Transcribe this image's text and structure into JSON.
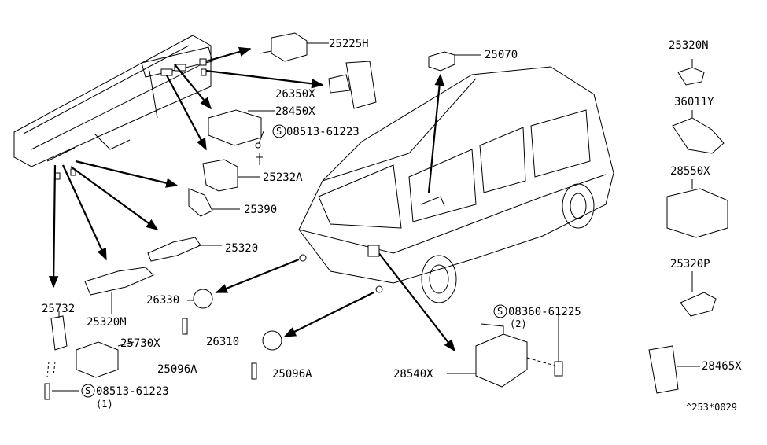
{
  "labels": {
    "p25225H": "25225H",
    "p26350X": "26350X",
    "p28450X": "28450X",
    "s08513_top": "08513-61223",
    "p25232A": "25232A",
    "p25390": "25390",
    "p25320": "25320",
    "p25320M": "25320M",
    "p25732": "25732",
    "p25730X": "25730X",
    "p25096A_left": "25096A",
    "s08513_bottom": "08513-61223",
    "qty_bottom": "(1)",
    "p26330": "26330",
    "p26310": "26310",
    "p25096A_mid": "25096A",
    "p25070": "25070",
    "s08360": "08360-61225",
    "qty_08360": "(2)",
    "p28540X": "28540X",
    "p25320N": "25320N",
    "p36011Y": "36011Y",
    "p28550X": "28550X",
    "p25320P": "25320P",
    "p28465X": "28465X",
    "diagram_id": "^253*0029",
    "s_symbol": "S"
  }
}
